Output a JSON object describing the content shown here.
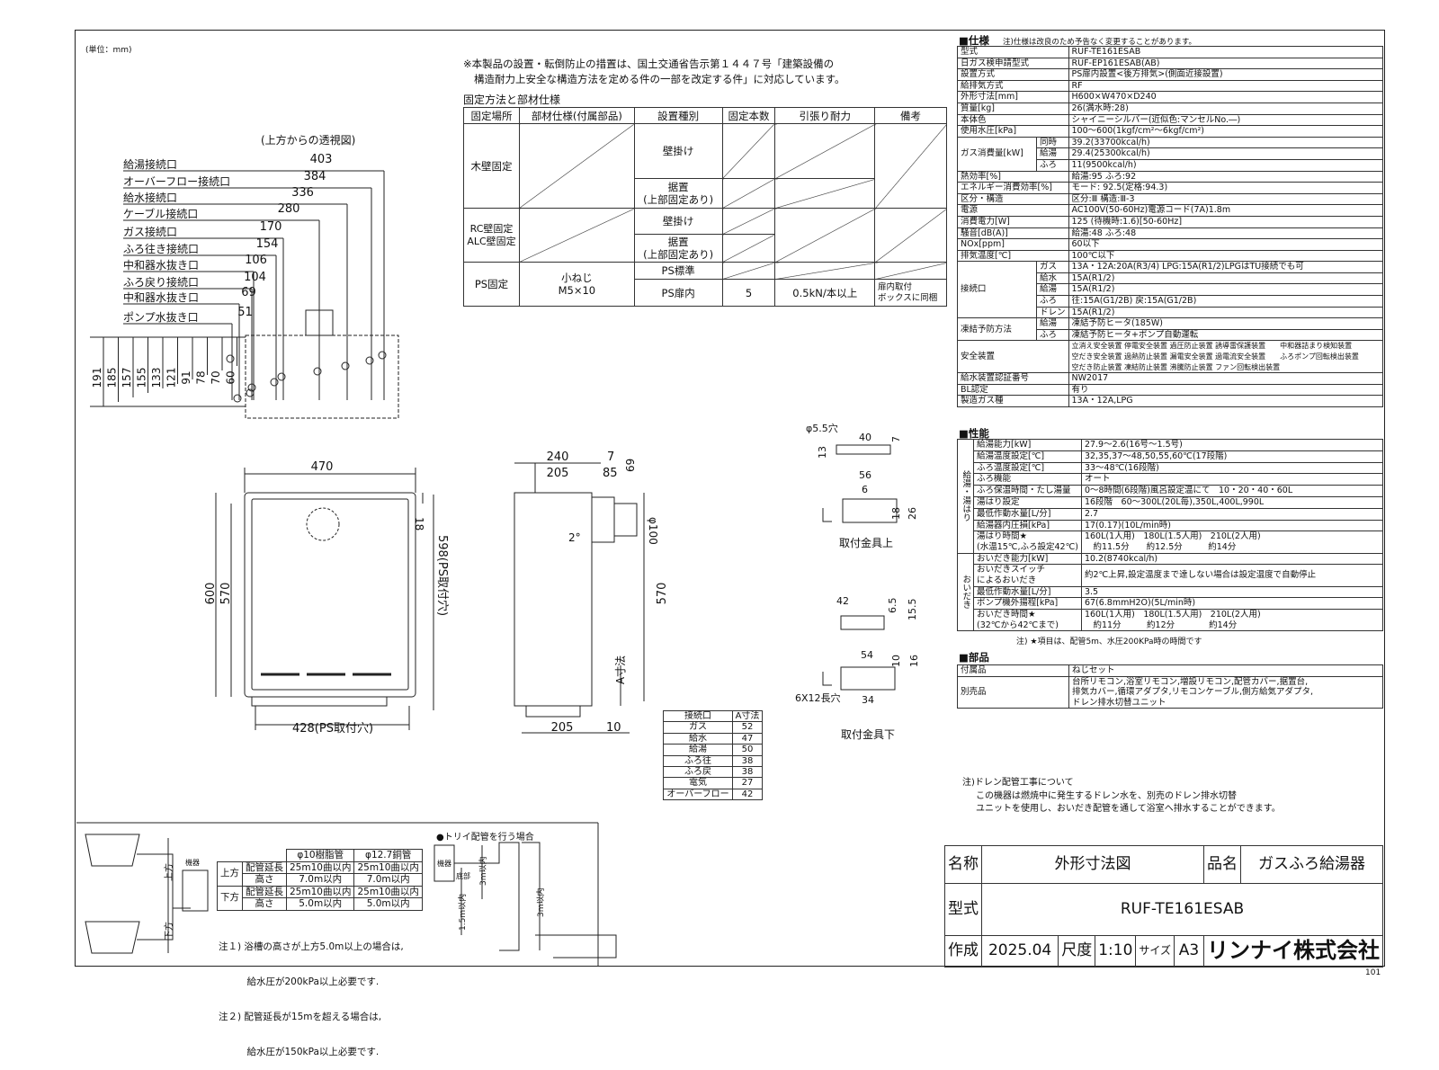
{
  "unit_label": "(単位：mm)",
  "page_number": "101",
  "top_note": [
    "※本製品の設置・転倒防止の措置は、国土交通省告示第１４４７号「建築設備の",
    "構造耐力上安全な構造方法を定める件の一部を改定する件」に対応しています。"
  ],
  "fix_table": {
    "title": "固定方法と部材仕様",
    "headers": [
      "固定場所",
      "部材仕様(付属部品)",
      "設置種別",
      "固定本数",
      "引張り耐力",
      "備考"
    ],
    "places": [
      "木壁固定",
      "RC壁固定\nALC壁固定",
      "PS固定"
    ],
    "types": [
      "壁掛け",
      "据置\n(上部固定あり)",
      "壁掛け",
      "据置\n(上部固定あり)",
      "PS標準",
      "PS扉内"
    ],
    "ps_material": "小ねじ\nM5×10",
    "ps_count": "5",
    "ps_strength": "0.5kN/本以上",
    "ps_note": "扉内取付\nボックスに同梱"
  },
  "top_view": {
    "title": "(上方からの透視図)",
    "connections": [
      {
        "label": "給湯接続口",
        "dim": "403"
      },
      {
        "label": "オーバーフロー接続口",
        "dim": "384"
      },
      {
        "label": "給水接続口",
        "dim": "336"
      },
      {
        "label": "ケーブル接続口",
        "dim": "280"
      },
      {
        "label": "ガス接続口",
        "dim": "170"
      },
      {
        "label": "ふろ往き接続口",
        "dim": "154"
      },
      {
        "label": "中和器水抜き口",
        "dim": "106"
      },
      {
        "label": "ふろ戻り接続口",
        "dim": "104"
      },
      {
        "label": "中和器水抜き口",
        "dim": "69"
      },
      {
        "label": "ポンプ水抜き口",
        "dim": "51"
      }
    ],
    "depth_dims": [
      "191",
      "185",
      "157",
      "155",
      "133",
      "121",
      "91",
      "78",
      "70",
      "60"
    ]
  },
  "front_view": {
    "width": "470",
    "height": "600",
    "inner_height": "570",
    "ps_height": "598(PS取付穴)",
    "top_offset": "18",
    "ps_width": "428(PS取付穴)"
  },
  "side_view": {
    "depth": "240",
    "depth2": "205",
    "d7": "7",
    "d85": "85",
    "d69": "69",
    "pipe": "φ100",
    "angle": "2°",
    "height": "570",
    "a_dim": "A寸法",
    "bottom205": "205",
    "bottom10": "10"
  },
  "a_table": {
    "headers": [
      "接続口",
      "A寸法"
    ],
    "rows": [
      [
        "ガス",
        "52"
      ],
      [
        "給水",
        "47"
      ],
      [
        "給湯",
        "50"
      ],
      [
        "ふろ往",
        "38"
      ],
      [
        "ふろ戻",
        "38"
      ],
      [
        "電気",
        "27"
      ],
      [
        "オーバーフロー",
        "42"
      ]
    ]
  },
  "bracket_upper": {
    "label": "取付金具上",
    "dims": [
      "φ5.5穴",
      "40",
      "7",
      "13",
      "56",
      "6",
      "18",
      "26"
    ]
  },
  "bracket_lower": {
    "label": "取付金具下",
    "dims": [
      "42",
      "6.5",
      "15.5",
      "54",
      "10",
      "16",
      "6X12長穴",
      "34"
    ]
  },
  "spec": {
    "title": "■仕様",
    "note": "注)仕様は改良のため予告なく変更することがあります。",
    "rows": [
      [
        "型式",
        "",
        "RUF-TE161ESAB"
      ],
      [
        "日ガス検申請型式",
        "",
        "RUF-EP161ESAB(AB)"
      ],
      [
        "設置方式",
        "",
        "PS扉内設置<後方排気>(側面近接設置)"
      ],
      [
        "給排気方式",
        "",
        "RF"
      ],
      [
        "外形寸法[mm]",
        "",
        "H600×W470×D240"
      ],
      [
        "質量[kg]",
        "",
        "26(満水時:28)"
      ],
      [
        "本体色",
        "",
        "シャイニーシルバー(近似色:マンセルNo.―)"
      ],
      [
        "使用水圧[kPa]",
        "",
        "100～600(1kgf/cm²～6kgf/cm²)"
      ],
      [
        "ガス消費量[kW]",
        "同時",
        "39.2(33700kcal/h)"
      ],
      [
        "",
        "給湯",
        "29.4(25300kcal/h)"
      ],
      [
        "",
        "ふろ",
        "11(9500kcal/h)"
      ],
      [
        "熱効率[%]",
        "",
        "給湯:95 ふろ:92"
      ],
      [
        "エネルギー消費効率[%]",
        "",
        "モード: 92.5(定格:94.3)"
      ],
      [
        "区分・構造",
        "",
        "区分:Ⅲ 構造:Ⅲ-3"
      ],
      [
        "電源",
        "",
        "AC100V(50-60Hz)電源コード(7A)1.8m"
      ],
      [
        "消費電力[W]",
        "",
        "125 (待機時:1.6)[50-60Hz]"
      ],
      [
        "騒音[dB(A)]",
        "",
        "給湯:48 ふろ:48"
      ],
      [
        "NOx[ppm]",
        "",
        "60以下"
      ],
      [
        "排気温度[℃]",
        "",
        "100℃以下"
      ],
      [
        "接続口",
        "ガス",
        "13A・12A:20A(R3/4) LPG:15A(R1/2)LPGはTU接続でも可"
      ],
      [
        "",
        "給水",
        "15A(R1/2)"
      ],
      [
        "",
        "給湯",
        "15A(R1/2)"
      ],
      [
        "",
        "ふろ",
        "往:15A(G1/2B) 戻:15A(G1/2B)"
      ],
      [
        "",
        "ドレン",
        "15A(R1/2)"
      ],
      [
        "凍結予防方法",
        "給湯",
        "凍結予防ヒータ(185W)"
      ],
      [
        "",
        "ふろ",
        "凍結予防ヒータ+ポンプ自動運転"
      ]
    ],
    "safety_label": "安全装置",
    "safety_lines": [
      "立消え安全装置 停電安全装置 過圧防止装置 誘導雷保護装置　　中和器詰まり検知装置",
      "空だき安全装置 過熱防止装置 漏電安全装置 過電流安全装置　　ふろポンプ回転検出装置",
      "空だき防止装置 凍結防止装置 沸騰防止装置 ファン回転検出装置"
    ],
    "tail_rows": [
      [
        "給水装置認証番号",
        "NW2017"
      ],
      [
        "BL認定",
        "有り"
      ],
      [
        "製造ガス種",
        "13A・12A,LPG"
      ]
    ]
  },
  "performance": {
    "title": "■性能",
    "group1": "給湯・湯はり",
    "rows1": [
      [
        "給湯能力[kW]",
        "27.9～2.6(16号～1.5号)"
      ],
      [
        "給湯温度設定[℃]",
        "32,35,37～48,50,55,60℃(17段階)"
      ],
      [
        "ふろ温度設定[℃]",
        "33～48℃(16段階)"
      ],
      [
        "ふろ機能",
        "オート"
      ],
      [
        "ふろ保温時間・たし湯量",
        "0～8時間(6段階)風呂設定温にて　10・20・40・60L"
      ],
      [
        "湯はり設定",
        "16段階　60～300L(20L毎),350L,400L,990L"
      ],
      [
        "最低作動水量[L/分]",
        "2.7"
      ],
      [
        "給湯器内圧損[kPa]",
        "17(0.17)(10L/min時)"
      ],
      [
        "湯はり時間★\n(水温15℃,ふろ設定42℃)",
        "160L(1人用)　180L(1.5人用)　210L(2人用)\n　約11.5分　　約12.5分　　　約14分"
      ]
    ],
    "group2": "おいだき",
    "rows2": [
      [
        "おいだき能力[kW]",
        "10.2(8740kcal/h)"
      ],
      [
        "おいだきスイッチ\nによるおいだき",
        "約2℃上昇,設定温度まで達しない場合は設定温度で自動停止"
      ],
      [
        "最低作動水量[L/分]",
        "3.5"
      ],
      [
        "ポンプ機外揚程[kPa]",
        "67(6.8mmH2O)(5L/min時)"
      ],
      [
        "おいだき時間★\n(32℃から42℃まで)",
        "160L(1人用)　180L(1.5人用)　210L(2人用)\n　約11分　　　約12分　　　　約14分"
      ]
    ],
    "note": "注) ★項目は、配管5m、水圧200KPa時の時間です"
  },
  "parts": {
    "title": "■部品",
    "rows": [
      [
        "付属品",
        "ねじセット"
      ],
      [
        "別売品",
        "台所リモコン,浴室リモコン,増設リモコン,配管カバー,据置台,\n排気カバー,循環アダプタ,リモコンケーブル,側方給気アダプタ,\nドレン排水切替ユニット"
      ]
    ]
  },
  "drain_note": [
    "注)ドレン配管工事について",
    "この機器は燃焼中に発生するドレン水を、別売のドレン排水切替",
    "ユニットを使用し、おいだき配管を通して浴室へ排水することができます。"
  ],
  "pipe_table": {
    "headers": [
      "φ10樹脂管",
      "φ12.7銅管"
    ],
    "rows": [
      [
        "上方",
        "配管延長",
        "25m10曲以内",
        "25m10曲以内"
      ],
      [
        "",
        "高さ",
        "7.0m以内",
        "7.0m以内"
      ],
      [
        "下方",
        "配管延長",
        "25m10曲以内",
        "25m10曲以内"
      ],
      [
        "",
        "高さ",
        "5.0m以内",
        "5.0m以内"
      ]
    ],
    "notes": [
      "注１) 浴槽の高さが上方5.0m以上の場合は,",
      "　　　給水圧が200kPa以上必要です.",
      "注２) 配管延長が15mを超える場合は,",
      "　　　給水圧が150kPa以上必要です."
    ],
    "labels": {
      "up": "上方",
      "down": "下方",
      "unit": "機器"
    }
  },
  "trap": {
    "title": "●トリイ配管を行う場合",
    "unit": "機器",
    "bottom": "底部",
    "d1": "3m以内",
    "d2": "1.5m以内",
    "d3": "3m以内"
  },
  "title_block": {
    "name_label": "名称",
    "name": "外形寸法図",
    "product_label": "品名",
    "product": "ガスふろ給湯器",
    "model_label": "型式",
    "model": "RUF-TE161ESAB",
    "made_label": "作成",
    "date": "2025.04",
    "scale_label": "尺度",
    "scale": "1:10",
    "size_label": "サイズ",
    "size": "A3",
    "company": "リンナイ株式会社"
  }
}
